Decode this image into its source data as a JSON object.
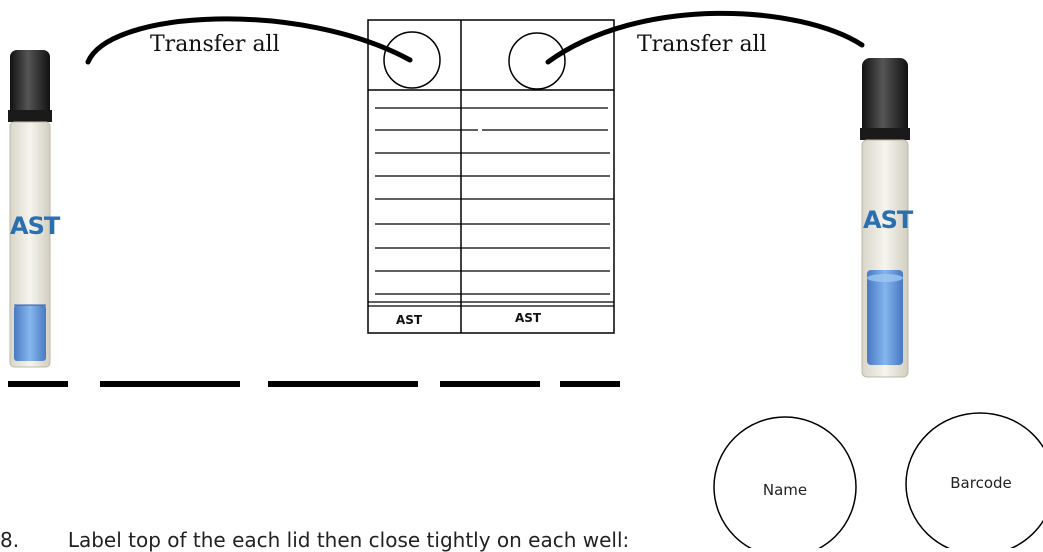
{
  "transfer": {
    "left_label": "Transfer all",
    "right_label": "Transfer all"
  },
  "plate": {
    "column_labels": [
      "AST",
      "AST"
    ]
  },
  "vials": {
    "left_brand": "AST",
    "right_brand": "AST",
    "cap_color": "#2b2b2b",
    "liquid_color": "#4a86d4"
  },
  "lid_circles": {
    "name_label": "Name",
    "barcode_label": "Barcode"
  },
  "instruction": {
    "number": "8.",
    "text": "Label top of the each lid then close tightly on each well:"
  }
}
